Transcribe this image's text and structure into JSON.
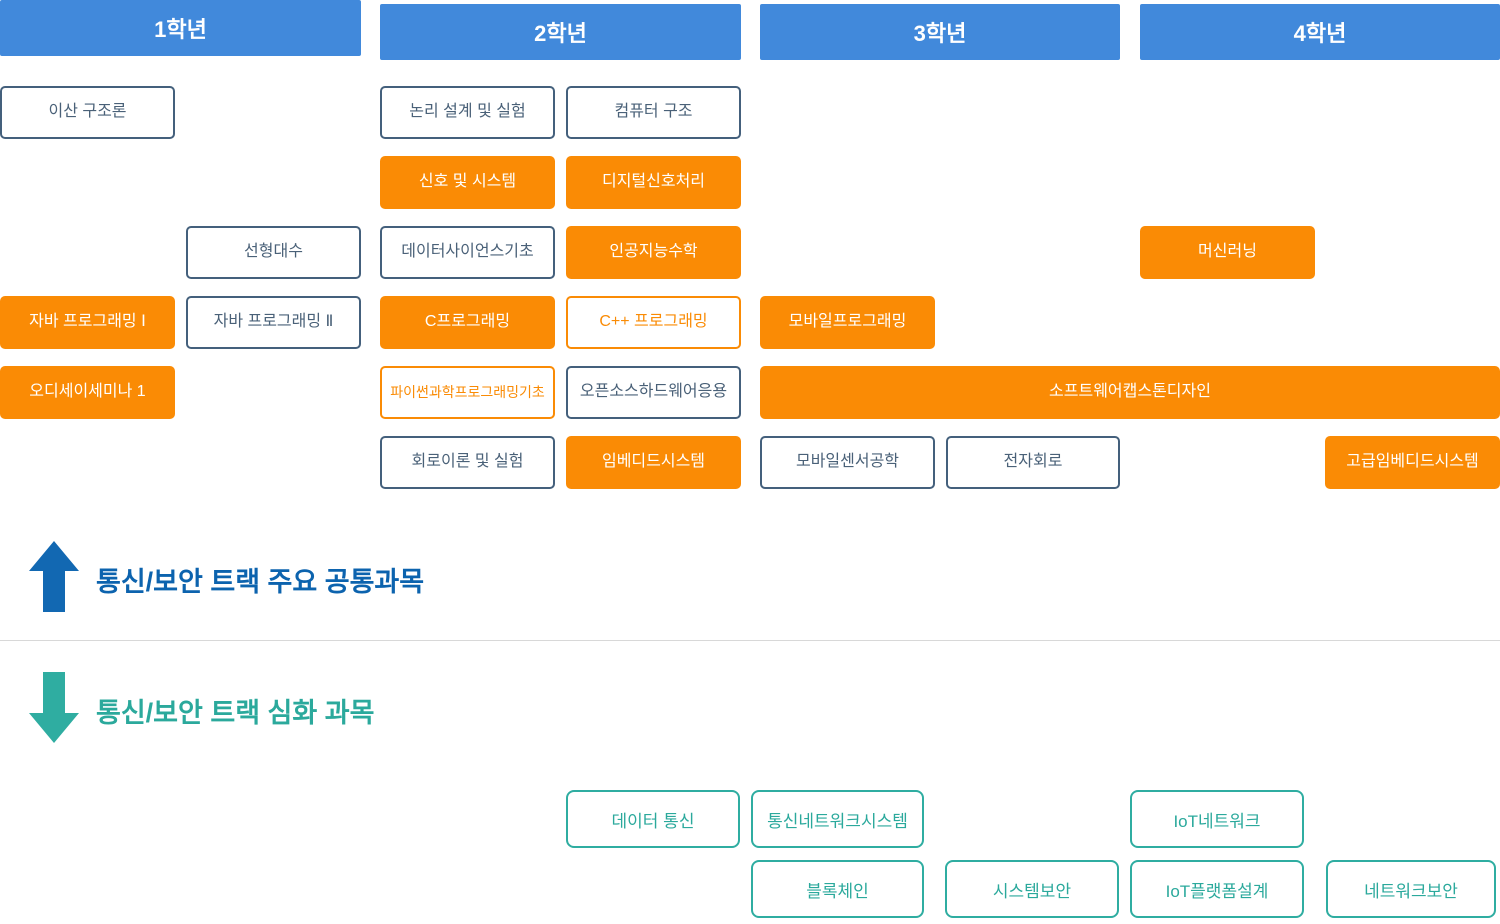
{
  "colors": {
    "header_blue": "#4189DB",
    "orange": "#FA8B05",
    "slate_border": "#44607C",
    "slate_text": "#4A6178",
    "teal_border": "#2FADA1",
    "teal_text": "#2BA99C",
    "arrow_blue": "#1268B2",
    "label_blue": "#0C63AE",
    "divider": "#D8D8D8"
  },
  "grades": [
    {
      "label": "1학년"
    },
    {
      "label": "2학년"
    },
    {
      "label": "3학년"
    },
    {
      "label": "4학년"
    }
  ],
  "courses": [
    {
      "label": "이산 구조론",
      "variant": "outline"
    },
    {
      "label": "논리 설계 및 실험",
      "variant": "outline"
    },
    {
      "label": "컴퓨터 구조",
      "variant": "outline"
    },
    {
      "label": "신호 및 시스템",
      "variant": "orange"
    },
    {
      "label": "디지털신호처리",
      "variant": "orange"
    },
    {
      "label": "선형대수",
      "variant": "outline"
    },
    {
      "label": "데이터사이언스기초",
      "variant": "outline"
    },
    {
      "label": "인공지능수학",
      "variant": "orange"
    },
    {
      "label": "머신러닝",
      "variant": "orange"
    },
    {
      "label": "자바 프로그래밍 Ⅰ",
      "variant": "orange"
    },
    {
      "label": "자바 프로그래밍 Ⅱ",
      "variant": "outline"
    },
    {
      "label": "C프로그래밍",
      "variant": "orange"
    },
    {
      "label": "C++ 프로그래밍",
      "variant": "orange-outline"
    },
    {
      "label": "모바일프로그래밍",
      "variant": "orange"
    },
    {
      "label": "오디세이세미나 1",
      "variant": "orange"
    },
    {
      "label": "파이썬과학프로그래밍기초",
      "variant": "orange-outline"
    },
    {
      "label": "오픈소스하드웨어응용",
      "variant": "outline"
    },
    {
      "label": "소프트웨어캡스톤디자인",
      "variant": "orange"
    },
    {
      "label": "회로이론 및 실험",
      "variant": "outline"
    },
    {
      "label": "임베디드시스템",
      "variant": "orange"
    },
    {
      "label": "모바일센서공학",
      "variant": "outline"
    },
    {
      "label": "전자회로",
      "variant": "outline"
    },
    {
      "label": "고급임베디드시스템",
      "variant": "orange"
    }
  ],
  "legend": {
    "common_label": "통신/보안 트랙 주요 공통과목",
    "advanced_label": "통신/보안 트랙 심화 과목"
  },
  "advanced_courses": [
    {
      "label": "데이터 통신"
    },
    {
      "label": "통신네트워크시스템"
    },
    {
      "label": "IoT네트워크"
    },
    {
      "label": "블록체인"
    },
    {
      "label": "시스템보안"
    },
    {
      "label": "IoT플랫폼설계"
    },
    {
      "label": "네트워크보안"
    }
  ]
}
